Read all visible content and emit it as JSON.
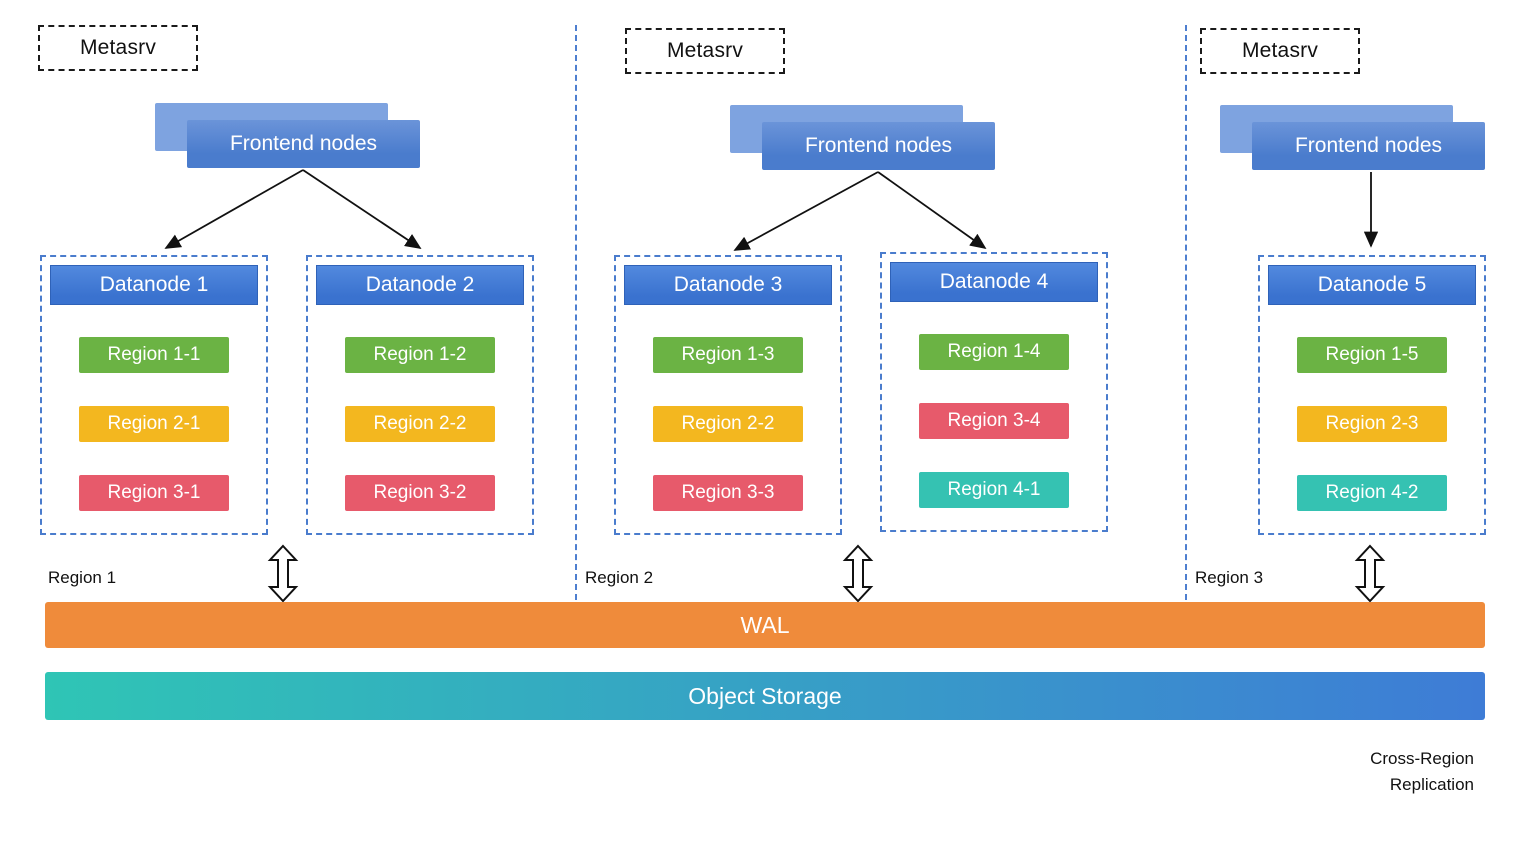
{
  "diagram": {
    "wal_label": "WAL",
    "object_storage_label": "Object Storage",
    "footer_line1": "Cross-Region",
    "footer_line2": "Replication",
    "colors": {
      "green": "#6bb344",
      "yellow": "#f3b71f",
      "red": "#e75a6b",
      "teal": "#35c2b2",
      "frontend_blue": "#4a7ccd",
      "frontend_blue_light": "#7ea3e0",
      "datanode_blue": "#3a72cf",
      "dashed_blue": "#4a7ccd",
      "wal_orange": "#ef8b3b",
      "storage_from": "#2fc5b5",
      "storage_to": "#3e7cd6"
    },
    "regions": [
      {
        "label": "Region 1",
        "metasrv_label": "Metasrv",
        "frontend_label": "Frontend nodes",
        "datanodes": [
          {
            "title": "Datanode 1",
            "chips": [
              {
                "label": "Region 1-1",
                "color": "green"
              },
              {
                "label": "Region 2-1",
                "color": "yellow"
              },
              {
                "label": "Region 3-1",
                "color": "red"
              }
            ]
          },
          {
            "title": "Datanode 2",
            "chips": [
              {
                "label": "Region 1-2",
                "color": "green"
              },
              {
                "label": "Region 2-2",
                "color": "yellow"
              },
              {
                "label": "Region 3-2",
                "color": "red"
              }
            ]
          }
        ]
      },
      {
        "label": "Region 2",
        "metasrv_label": "Metasrv",
        "frontend_label": "Frontend nodes",
        "datanodes": [
          {
            "title": "Datanode 3",
            "chips": [
              {
                "label": "Region 1-3",
                "color": "green"
              },
              {
                "label": "Region 2-2",
                "color": "yellow"
              },
              {
                "label": "Region 3-3",
                "color": "red"
              }
            ]
          },
          {
            "title": "Datanode 4",
            "chips": [
              {
                "label": "Region 1-4",
                "color": "green"
              },
              {
                "label": "Region 3-4",
                "color": "red"
              },
              {
                "label": "Region 4-1",
                "color": "teal"
              }
            ]
          }
        ]
      },
      {
        "label": "Region 3",
        "metasrv_label": "Metasrv",
        "frontend_label": "Frontend nodes",
        "datanodes": [
          {
            "title": "Datanode 5",
            "chips": [
              {
                "label": "Region 1-5",
                "color": "green"
              },
              {
                "label": "Region 2-3",
                "color": "yellow"
              },
              {
                "label": "Region 4-2",
                "color": "teal"
              }
            ]
          }
        ]
      }
    ]
  }
}
